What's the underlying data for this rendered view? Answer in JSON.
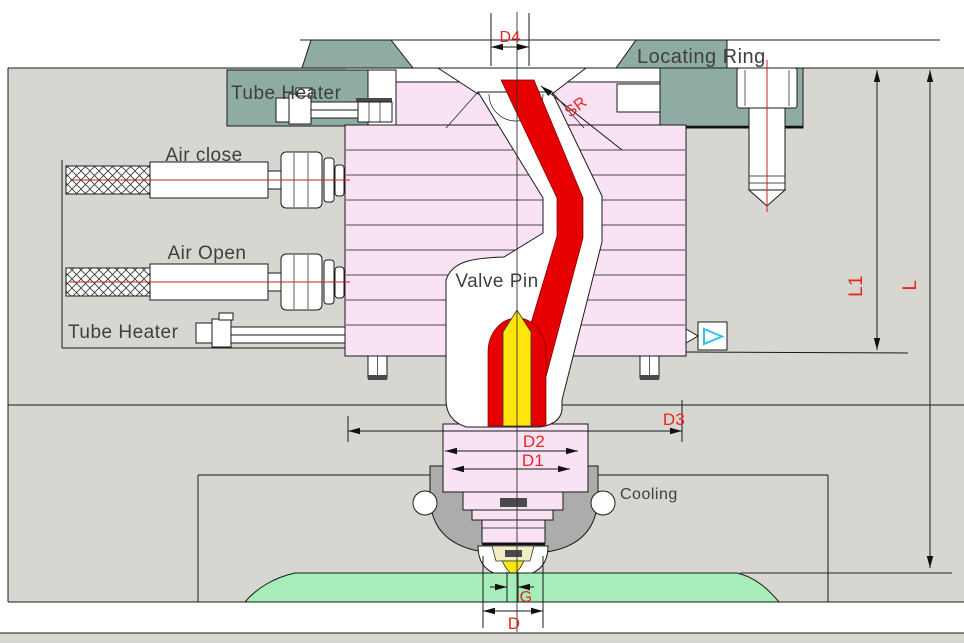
{
  "labels": {
    "locating_ring": "Locating Ring",
    "tube_heater_top": "Tube Heater",
    "air_close": "Air close",
    "air_open": "Air Open",
    "tube_heater_bottom": "Tube Heater",
    "valve_pin": "Valve Pin",
    "cooling": "Cooling"
  },
  "dimensions": {
    "d4": "D4",
    "sr": "SR",
    "l1": "L1",
    "l": "L",
    "d3": "D3",
    "d2": "D2",
    "d1": "D1",
    "g": "G",
    "d": "D"
  },
  "colors": {
    "background": "#FFFFFF",
    "plate_gray": "#D7D6D1",
    "body_pink": "#F8E2F4",
    "ring_green": "#8FACA4",
    "mold_green": "#A7EDB9",
    "seat_gray": "#ACACAC",
    "melt_red": "#E60000",
    "pin_yellow": "#FFE60A",
    "tip_cream": "#F2EDC4",
    "datum_cyan": "#2BC4EE",
    "dim_red": "#E8251F",
    "line_black": "#1A1A1A",
    "label_gray": "#3F3F3F",
    "centerline_red": "#CC2222"
  }
}
